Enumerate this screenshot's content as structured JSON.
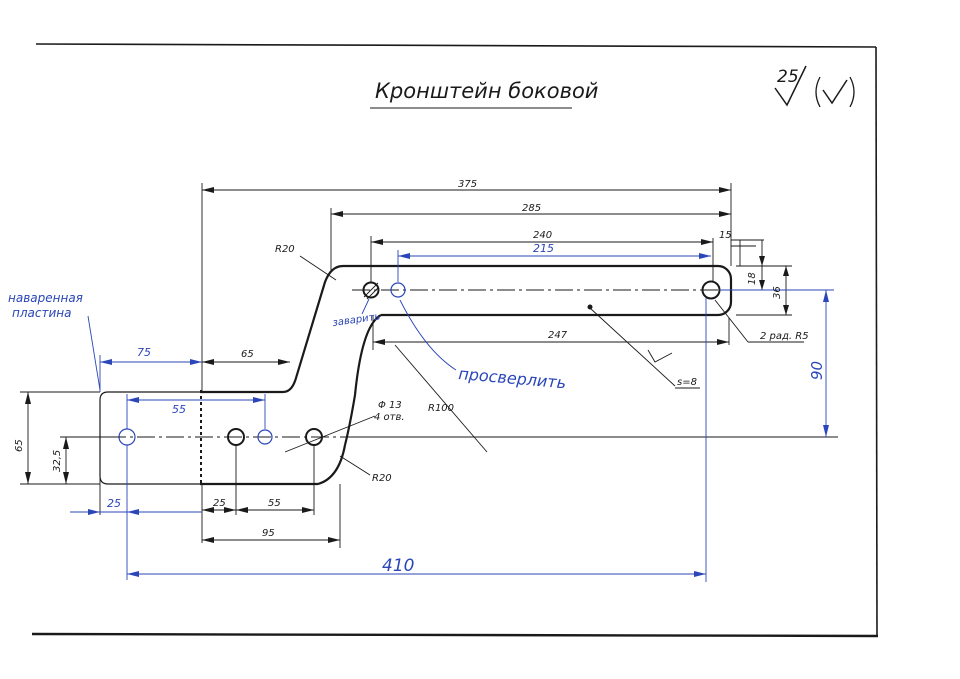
{
  "drawing": {
    "title": "Кронштейн боковой",
    "roughness": {
      "value": "25",
      "symbol": "√(√)"
    },
    "dimensions": {
      "d375": "375",
      "d285": "285",
      "d240": "240",
      "d215": "215",
      "d15": "15",
      "d18": "18",
      "d36": "36",
      "d247": "247",
      "d65_top": "65",
      "d75": "75",
      "d55_inner": "55",
      "d65_side": "65",
      "d32_5": "32,5",
      "d25_left": "25",
      "d25": "25",
      "d55": "55",
      "d95": "95",
      "d410": "410",
      "d90": "90",
      "r20_top": "R20",
      "r20_bottom": "R20",
      "r100": "R100",
      "hole_dia": "Φ 13",
      "hole_count": "4 отв.",
      "slot_note": "2 рад. R5",
      "thickness": "s=8"
    },
    "notes": {
      "plate_line1": "наваренная",
      "plate_line2": "пластина",
      "weld_over": "заварить",
      "drill": "просверлить"
    },
    "colors": {
      "ink": "#1a1a1a",
      "pen_blue": "#2b46b8"
    }
  }
}
